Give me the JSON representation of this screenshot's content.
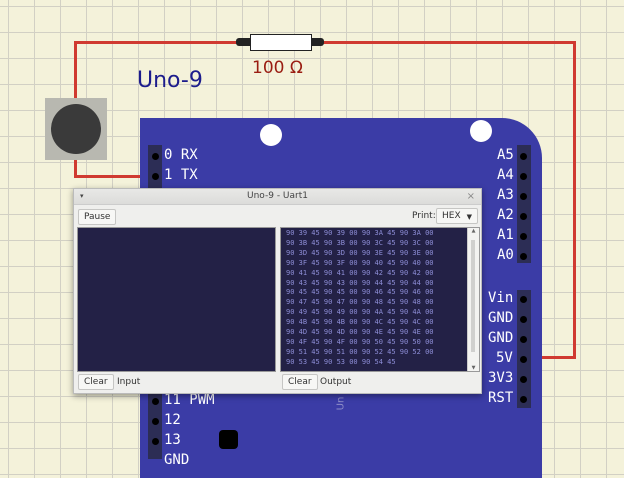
{
  "circuit": {
    "resistor_label": "100 Ω",
    "board_name": "Uno-9"
  },
  "board": {
    "left_pins": [
      "0 RX",
      "1 TX",
      "11 PWM",
      "12",
      "13",
      "GND"
    ],
    "analog_pins": [
      "A5",
      "A4",
      "A3",
      "A2",
      "A1",
      "A0"
    ],
    "power_pins": [
      "Vin",
      "GND",
      "GND",
      "5V",
      "3V3",
      "RST"
    ],
    "silk": "Un"
  },
  "window": {
    "title": "Uno-9 - Uart1",
    "pause_label": "Pause",
    "print_label": "Print:",
    "print_value": "HEX",
    "input_clear": "Clear",
    "input_label": "Input",
    "output_clear": "Clear",
    "output_label": "Output",
    "output_lines": [
      "90 39 45 90 39 00 90 3A 45 90 3A 00",
      "90 3B 45 90 3B 00 90 3C 45 90 3C 00",
      "90 3D 45 90 3D 00 90 3E 45 90 3E 00",
      "90 3F 45 90 3F 00 90 40 45 90 40 00",
      "90 41 45 90 41 00 90 42 45 90 42 00",
      "90 43 45 90 43 00 90 44 45 90 44 00",
      "90 45 45 90 45 00 90 46 45 90 46 00",
      "90 47 45 90 47 00 90 48 45 90 48 00",
      "90 49 45 90 49 00 90 4A 45 90 4A 00",
      "90 4B 45 90 4B 00 90 4C 45 90 4C 00",
      "90 4D 45 90 4D 00 90 4E 45 90 4E 00",
      "90 4F 45 90 4F 00 90 50 45 90 50 00",
      "90 51 45 90 51 00 90 52 45 90 52 00",
      "90 53 45 90 53 00 90 54 45"
    ]
  }
}
